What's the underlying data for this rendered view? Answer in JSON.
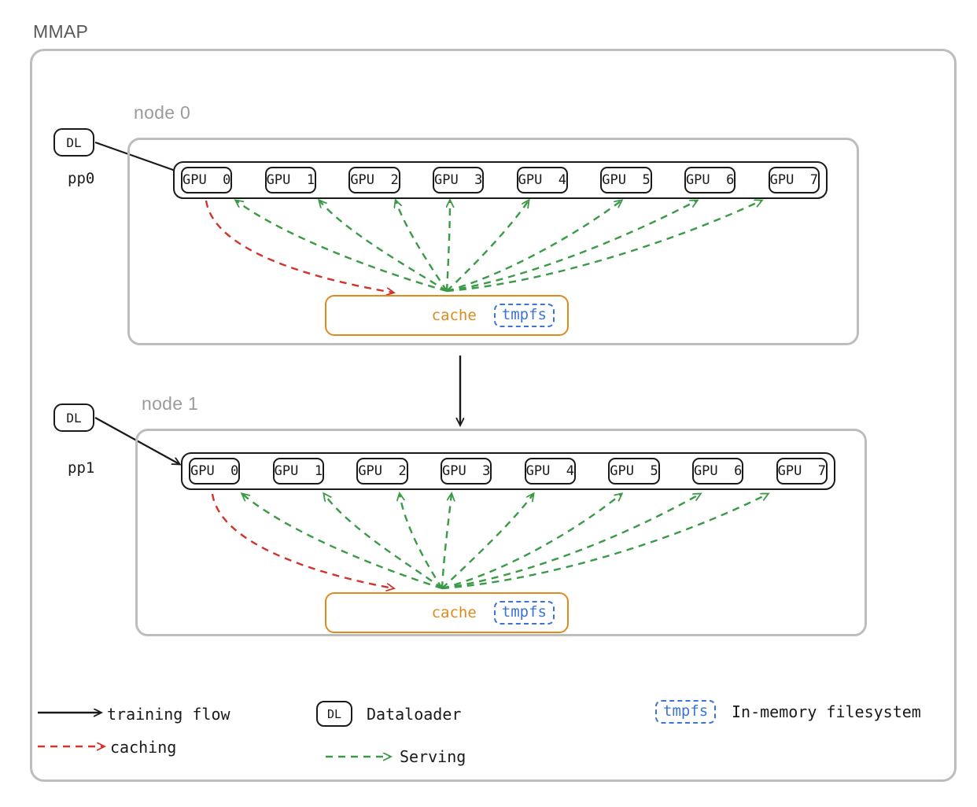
{
  "title": "MMAP",
  "nodes": [
    {
      "label": "node 0",
      "dl": "DL",
      "pp": "pp0",
      "gpus": [
        "GPU  0",
        "GPU  1",
        "GPU  2",
        "GPU  3",
        "GPU  4",
        "GPU  5",
        "GPU  6",
        "GPU  7"
      ],
      "cache": {
        "label": "cache",
        "badge": "tmpfs"
      }
    },
    {
      "label": "node 1",
      "dl": "DL",
      "pp": "pp1",
      "gpus": [
        "GPU  0",
        "GPU  1",
        "GPU  2",
        "GPU  3",
        "GPU  4",
        "GPU  5",
        "GPU  6",
        "GPU  7"
      ],
      "cache": {
        "label": "cache",
        "badge": "tmpfs"
      }
    }
  ],
  "legend": {
    "training_flow": "training flow",
    "caching": "caching",
    "dataloader_symbol": "DL",
    "dataloader": "Dataloader",
    "serving": "Serving",
    "tmpfs_symbol": "tmpfs",
    "tmpfs": "In-memory filesystem"
  },
  "colors": {
    "frame": "#bdbdbd",
    "node_label": "#9b9b9b",
    "ink": "#1a1a1a",
    "cache_orange": "#e08a1e",
    "tmpfs_blue": "#3b74d4",
    "caching_red": "#d0342c",
    "serving_green": "#3a9a46"
  }
}
